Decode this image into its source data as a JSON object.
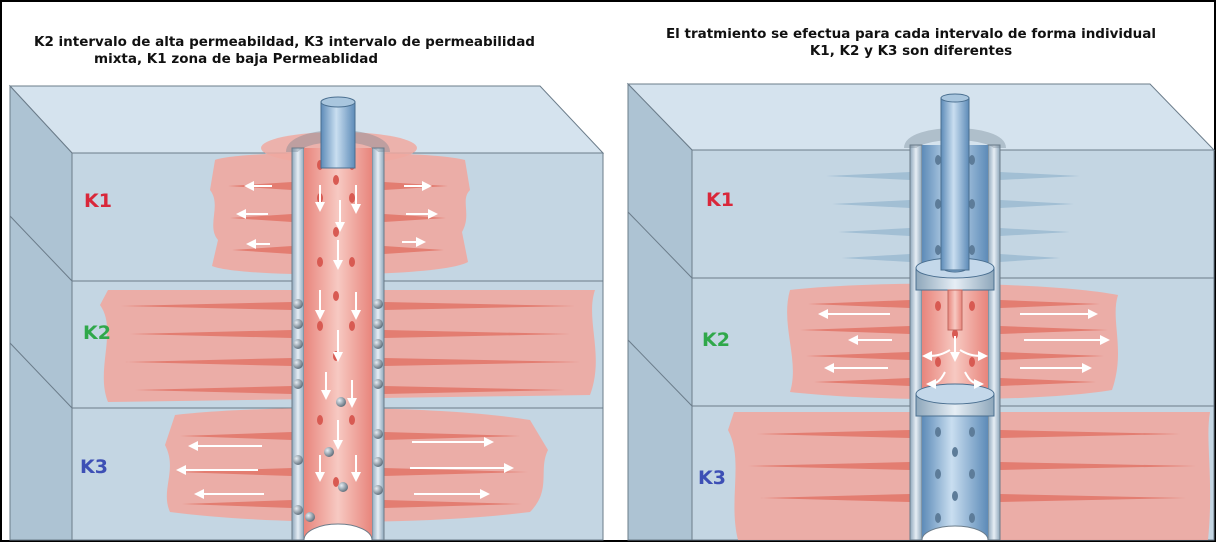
{
  "left_panel": {
    "caption_line1": "K2 intervalo de alta permeabildad, K3 intervalo de permeabilidad",
    "caption_line2": "mixta, K1 zona de baja Permeablidad",
    "labels": {
      "k1": "K1",
      "k2": "K2",
      "k3": "K3"
    }
  },
  "right_panel": {
    "caption_line1": "El tratmiento se efectua para cada intervalo de forma individual",
    "caption_line2": "K1, K2 y K3 son diferentes",
    "labels": {
      "k1": "K1",
      "k2": "K2",
      "k3": "K3"
    }
  },
  "colors": {
    "k1_label": "#d9273a",
    "k2_label": "#2fa84a",
    "k3_label": "#3d4fb5",
    "rock_front": "#c4d6e3",
    "rock_top": "#d5e3ee",
    "rock_side": "#adc3d3",
    "acid_pink": "#f0a9a0",
    "tubing_blue": "#7fa9cf"
  }
}
